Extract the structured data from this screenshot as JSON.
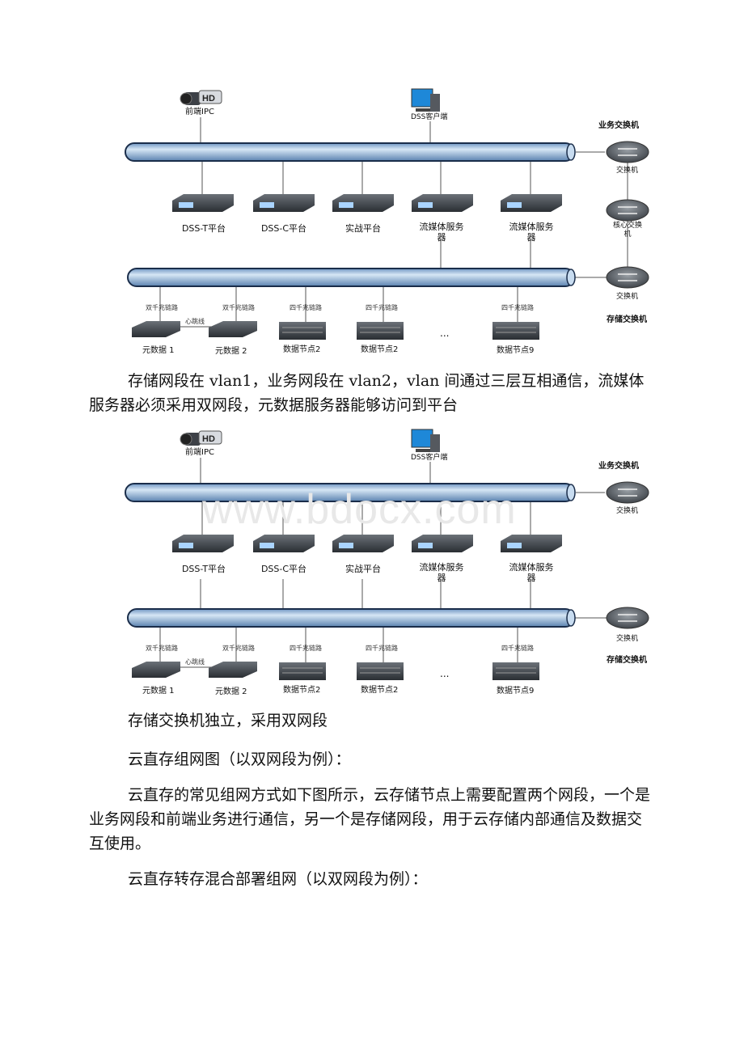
{
  "diagram1": {
    "camera_label": "前端IPC",
    "client_label": "DSS客户端",
    "business_switch_title": "业务交换机",
    "switch_label": "交换机",
    "core_switch_label": "核心交换机",
    "storage_switch_label": "交换机",
    "storage_switch_title": "存储交换机",
    "servers": [
      "DSS-T平台",
      "DSS-C平台",
      "实战平台",
      "流媒体服务器",
      "流媒体服务器"
    ],
    "links": [
      "双千兆链路",
      "双千兆链路",
      "四千兆链路",
      "四千兆链路",
      "四千兆链路"
    ],
    "heartbeat": "心跳线",
    "storage_nodes": [
      "元数据 1",
      "元数据 2",
      "数据节点2",
      "数据节点2",
      "数据节点9"
    ],
    "ellipsis": "..."
  },
  "text1": "存储网段在 vlan1，业务网段在 vlan2，vlan 间通过三层互相通信，流媒体服务器必须采用双网段，元数据服务器能够访问到平台",
  "diagram2": {
    "camera_label": "前端IPC",
    "client_label": "DSS客户端",
    "business_switch_title": "业务交换机",
    "switch_label": "交换机",
    "storage_switch_label": "交换机",
    "storage_switch_title": "存储交换机",
    "servers": [
      "DSS-T平台",
      "DSS-C平台",
      "实战平台",
      "流媒体服务器",
      "流媒体服务器"
    ],
    "links": [
      "双千兆链路",
      "双千兆链路",
      "四千兆链路",
      "四千兆链路",
      "四千兆链路"
    ],
    "heartbeat": "心跳线",
    "storage_nodes": [
      "元数据 1",
      "元数据 2",
      "数据节点2",
      "数据节点2",
      "数据节点9"
    ],
    "ellipsis": "..."
  },
  "watermark": "www.bdocx.com",
  "text2": "存储交换机独立，采用双网段",
  "text3": "云直存组网图（以双网段为例）：",
  "text4": "云直存的常见组网方式如下图所示，云存储节点上需要配置两个网段，一个是业务网段和前端业务进行通信，另一个是存储网段，用于云存储内部通信及数据交互使用。",
  "text5": "云直存转存混合部署组网（以双网段为例）：",
  "colors": {
    "pipe": "#a9c7e6",
    "pipe_dark": "#1a2d4a",
    "device": "#3a3f45"
  }
}
